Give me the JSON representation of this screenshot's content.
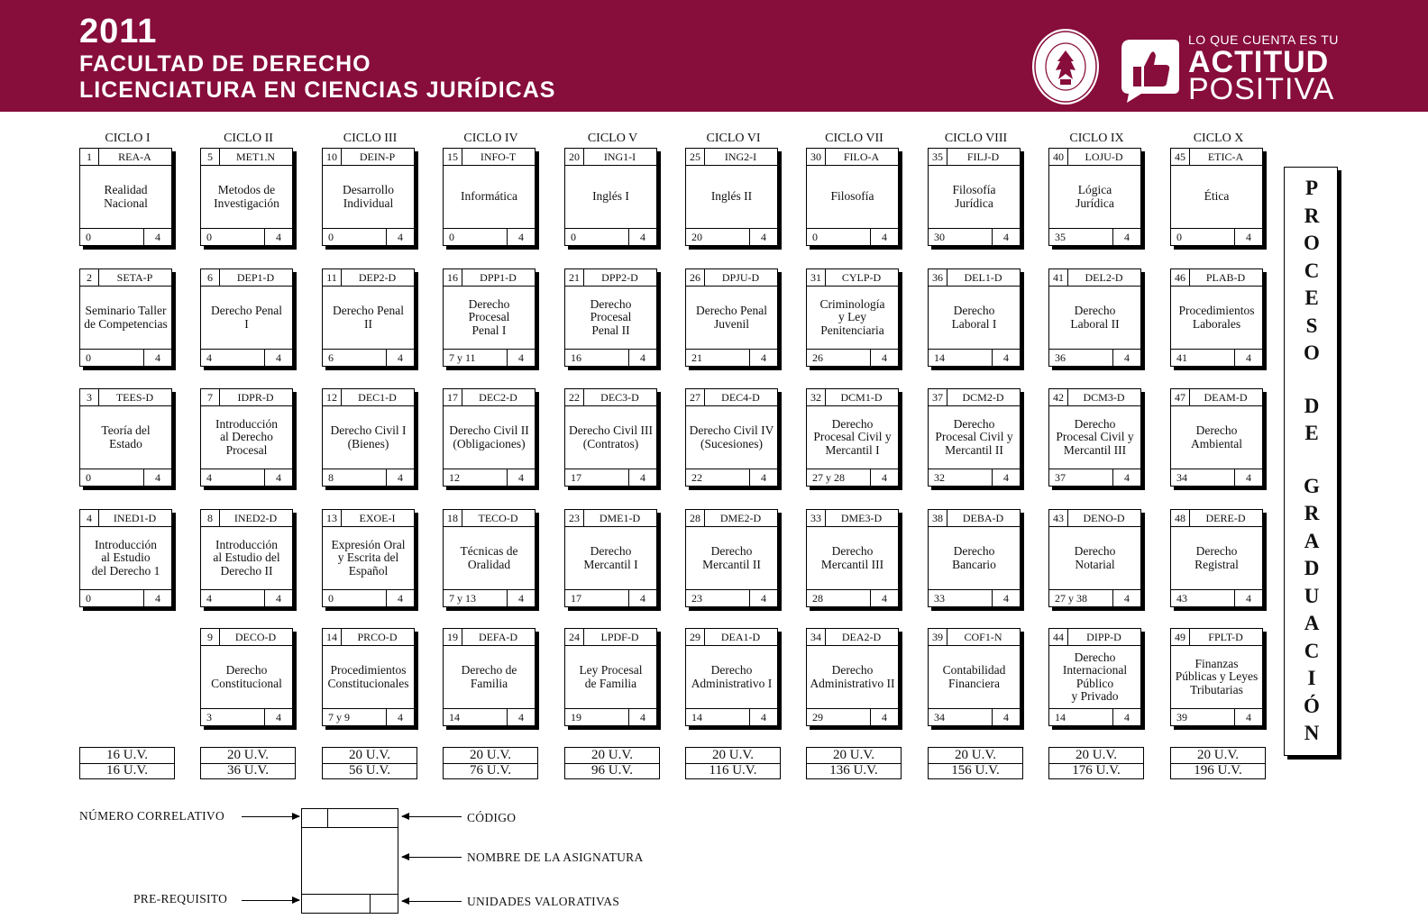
{
  "header": {
    "year": "2011",
    "faculty": "FACULTAD DE DERECHO",
    "program": "LICENCIATURA EN CIENCIAS JURÍDICAS",
    "slogan_top": "LO QUE CUENTA ES TU",
    "slogan_mid": "ACTITUD",
    "slogan_bot": "POSITIVA",
    "brand_color": "#870d3b"
  },
  "ciclos": [
    {
      "label": "CICLO I",
      "uv_ciclo": "16 U.V.",
      "uv_acum": "16 U.V.",
      "courses": [
        {
          "num": "1",
          "code": "REA-A",
          "name": "Realidad\nNacional",
          "pre": "0",
          "uv": "4"
        },
        {
          "num": "2",
          "code": "SETA-P",
          "name": "Seminario Taller\nde Competencias",
          "pre": "0",
          "uv": "4"
        },
        {
          "num": "3",
          "code": "TEES-D",
          "name": "Teoría del\nEstado",
          "pre": "0",
          "uv": "4"
        },
        {
          "num": "4",
          "code": "INED1-D",
          "name": "Introducción\nal Estudio\ndel Derecho 1",
          "pre": "0",
          "uv": "4"
        }
      ]
    },
    {
      "label": "CICLO II",
      "uv_ciclo": "20 U.V.",
      "uv_acum": "36 U.V.",
      "courses": [
        {
          "num": "5",
          "code": "MET1.N",
          "name": "Metodos de\nInvestigación",
          "pre": "0",
          "uv": "4"
        },
        {
          "num": "6",
          "code": "DEP1-D",
          "name": "Derecho Penal\nI",
          "pre": "4",
          "uv": "4"
        },
        {
          "num": "7",
          "code": "IDPR-D",
          "name": "Introducción\nal Derecho\nProcesal",
          "pre": "4",
          "uv": "4"
        },
        {
          "num": "8",
          "code": "INED2-D",
          "name": "Introducción\nal Estudio del\nDerecho II",
          "pre": "4",
          "uv": "4"
        },
        {
          "num": "9",
          "code": "DECO-D",
          "name": "Derecho\nConstitucional",
          "pre": "3",
          "uv": "4"
        }
      ]
    },
    {
      "label": "CICLO III",
      "uv_ciclo": "20 U.V.",
      "uv_acum": "56 U.V.",
      "courses": [
        {
          "num": "10",
          "code": "DEIN-P",
          "name": "Desarrollo\nIndividual",
          "pre": "0",
          "uv": "4"
        },
        {
          "num": "11",
          "code": "DEP2-D",
          "name": "Derecho Penal\nII",
          "pre": "6",
          "uv": "4"
        },
        {
          "num": "12",
          "code": "DEC1-D",
          "name": "Derecho Civil I\n(Bienes)",
          "pre": "8",
          "uv": "4"
        },
        {
          "num": "13",
          "code": "EXOE-I",
          "name": "Expresión Oral\ny Escrita del\nEspañol",
          "pre": "0",
          "uv": "4"
        },
        {
          "num": "14",
          "code": "PRCO-D",
          "name": "Procedimientos\nConstitucionales",
          "pre": "7 y 9",
          "uv": "4"
        }
      ]
    },
    {
      "label": "CICLO IV",
      "uv_ciclo": "20 U.V.",
      "uv_acum": "76 U.V.",
      "courses": [
        {
          "num": "15",
          "code": "INFO-T",
          "name": "Informática",
          "pre": "0",
          "uv": "4"
        },
        {
          "num": "16",
          "code": "DPP1-D",
          "name": "Derecho\nProcesal\nPenal I",
          "pre": "7 y 11",
          "uv": "4"
        },
        {
          "num": "17",
          "code": "DEC2-D",
          "name": "Derecho Civil II\n(Obligaciones)",
          "pre": "12",
          "uv": "4"
        },
        {
          "num": "18",
          "code": "TECO-D",
          "name": "Técnicas de\nOralidad",
          "pre": "7 y 13",
          "uv": "4"
        },
        {
          "num": "19",
          "code": "DEFA-D",
          "name": "Derecho de\nFamilia",
          "pre": "14",
          "uv": "4"
        }
      ]
    },
    {
      "label": "CICLO V",
      "uv_ciclo": "20 U.V.",
      "uv_acum": "96 U.V.",
      "courses": [
        {
          "num": "20",
          "code": "ING1-I",
          "name": "Inglés I",
          "pre": "0",
          "uv": "4"
        },
        {
          "num": "21",
          "code": "DPP2-D",
          "name": "Derecho\nProcesal\nPenal II",
          "pre": "16",
          "uv": "4"
        },
        {
          "num": "22",
          "code": "DEC3-D",
          "name": "Derecho Civil III\n(Contratos)",
          "pre": "17",
          "uv": "4"
        },
        {
          "num": "23",
          "code": "DME1-D",
          "name": "Derecho\nMercantil I",
          "pre": "17",
          "uv": "4"
        },
        {
          "num": "24",
          "code": "LPDF-D",
          "name": "Ley Procesal\nde Familia",
          "pre": "19",
          "uv": "4"
        }
      ]
    },
    {
      "label": "CICLO VI",
      "uv_ciclo": "20 U.V.",
      "uv_acum": "116 U.V.",
      "courses": [
        {
          "num": "25",
          "code": "ING2-I",
          "name": "Inglés II",
          "pre": "20",
          "uv": "4"
        },
        {
          "num": "26",
          "code": "DPJU-D",
          "name": "Derecho Penal\nJuvenil",
          "pre": "21",
          "uv": "4"
        },
        {
          "num": "27",
          "code": "DEC4-D",
          "name": "Derecho Civil IV\n(Sucesiones)",
          "pre": "22",
          "uv": "4"
        },
        {
          "num": "28",
          "code": "DME2-D",
          "name": "Derecho\nMercantil II",
          "pre": "23",
          "uv": "4"
        },
        {
          "num": "29",
          "code": "DEA1-D",
          "name": "Derecho\nAdministrativo I",
          "pre": "14",
          "uv": "4"
        }
      ]
    },
    {
      "label": "CICLO VII",
      "uv_ciclo": "20 U.V.",
      "uv_acum": "136 U.V.",
      "courses": [
        {
          "num": "30",
          "code": "FILO-A",
          "name": "Filosofía",
          "pre": "0",
          "uv": "4"
        },
        {
          "num": "31",
          "code": "CYLP-D",
          "name": "Criminología\ny Ley\nPenitenciaria",
          "pre": "26",
          "uv": "4"
        },
        {
          "num": "32",
          "code": "DCM1-D",
          "name": "Derecho\nProcesal Civil y\nMercantil I",
          "pre": "27 y 28",
          "uv": "4"
        },
        {
          "num": "33",
          "code": "DME3-D",
          "name": "Derecho\nMercantil III",
          "pre": "28",
          "uv": "4"
        },
        {
          "num": "34",
          "code": "DEA2-D",
          "name": "Derecho\nAdministrativo II",
          "pre": "29",
          "uv": "4"
        }
      ]
    },
    {
      "label": "CICLO VIII",
      "uv_ciclo": "20 U.V.",
      "uv_acum": "156 U.V.",
      "courses": [
        {
          "num": "35",
          "code": "FILJ-D",
          "name": "Filosofía\nJurídica",
          "pre": "30",
          "uv": "4"
        },
        {
          "num": "36",
          "code": "DEL1-D",
          "name": "Derecho\nLaboral I",
          "pre": "14",
          "uv": "4"
        },
        {
          "num": "37",
          "code": "DCM2-D",
          "name": "Derecho\nProcesal Civil y\nMercantil II",
          "pre": "32",
          "uv": "4"
        },
        {
          "num": "38",
          "code": "DEBA-D",
          "name": "Derecho\nBancario",
          "pre": "33",
          "uv": "4"
        },
        {
          "num": "39",
          "code": "COF1-N",
          "name": "Contabilidad\nFinanciera",
          "pre": "34",
          "uv": "4"
        }
      ]
    },
    {
      "label": "CICLO IX",
      "uv_ciclo": "20 U.V.",
      "uv_acum": "176 U.V.",
      "courses": [
        {
          "num": "40",
          "code": "LOJU-D",
          "name": "Lógica\nJurídica",
          "pre": "35",
          "uv": "4"
        },
        {
          "num": "41",
          "code": "DEL2-D",
          "name": "Derecho\nLaboral II",
          "pre": "36",
          "uv": "4"
        },
        {
          "num": "42",
          "code": "DCM3-D",
          "name": "Derecho\nProcesal Civil y\nMercantil III",
          "pre": "37",
          "uv": "4"
        },
        {
          "num": "43",
          "code": "DENO-D",
          "name": "Derecho\nNotarial",
          "pre": "27 y 38",
          "uv": "4"
        },
        {
          "num": "44",
          "code": "DIPP-D",
          "name": "Derecho\nInternacional\nPúblico\ny Privado",
          "pre": "14",
          "uv": "4"
        }
      ]
    },
    {
      "label": "CICLO X",
      "uv_ciclo": "20 U.V.",
      "uv_acum": "196 U.V.",
      "courses": [
        {
          "num": "45",
          "code": "ETIC-A",
          "name": "Ética",
          "pre": "0",
          "uv": "4"
        },
        {
          "num": "46",
          "code": "PLAB-D",
          "name": "Procedimientos\nLaborales",
          "pre": "41",
          "uv": "4"
        },
        {
          "num": "47",
          "code": "DEAM-D",
          "name": "Derecho\nAmbiental",
          "pre": "34",
          "uv": "4"
        },
        {
          "num": "48",
          "code": "DERE-D",
          "name": "Derecho\nRegistral",
          "pre": "43",
          "uv": "4"
        },
        {
          "num": "49",
          "code": "FPLT-D",
          "name": "Finanzas\nPúblicas y Leyes\nTributarias",
          "pre": "39",
          "uv": "4"
        }
      ]
    }
  ],
  "proceso": "PROCESO DE GRADUACIÓN",
  "legend": {
    "numero": "NÚMERO CORRELATIVO",
    "codigo": "CÓDIGO",
    "nombre": "NOMBRE DE LA ASIGNATURA",
    "prerequisito": "PRE-REQUISITO",
    "unidades": "UNIDADES VALORATIVAS"
  }
}
